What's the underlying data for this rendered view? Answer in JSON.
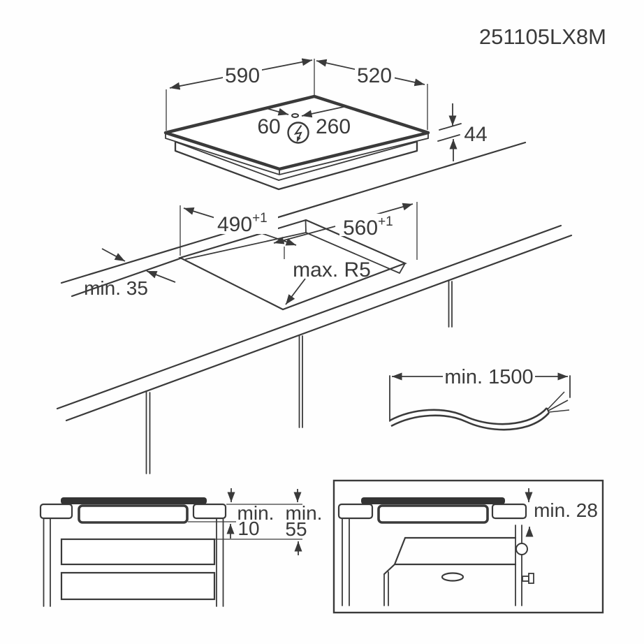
{
  "title": "251105LX8M",
  "colors": {
    "ink": "#3a3a3a",
    "background": "#fefefe"
  },
  "iso_view": {
    "width_label": "590",
    "depth_label": "520",
    "height_label": "44",
    "conn_offset_left": "60",
    "conn_offset_right": "260",
    "power_icon": "lightning-bolt-in-circle"
  },
  "cutout_view": {
    "cutout_depth": "490",
    "cutout_depth_tol": "+1",
    "cutout_width": "560",
    "cutout_width_tol": "+1",
    "corner_radius": "max. R5",
    "edge_clearance": "min. 35"
  },
  "cable_view": {
    "cable_length": "min. 1500"
  },
  "section_drawer": {
    "gap_label_1": "min.",
    "gap_value_1": "10",
    "gap_label_2": "min.",
    "gap_value_2": "55"
  },
  "section_oven": {
    "oven_clearance": "min. 28"
  }
}
